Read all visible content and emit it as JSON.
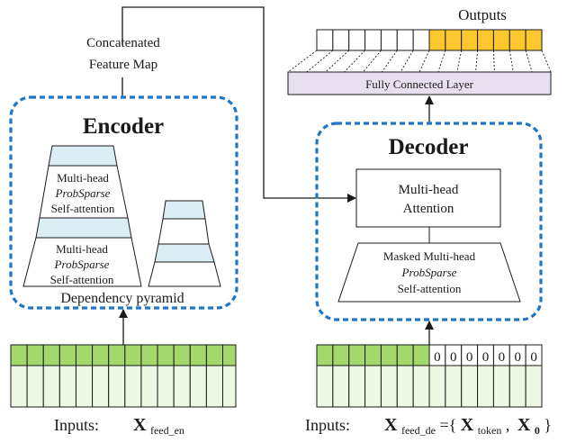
{
  "labels": {
    "concat_line1": "Concatenated",
    "concat_line2": "Feature Map",
    "outputs": "Outputs",
    "fc_layer": "Fully Connected Layer",
    "encoder_title": "Encoder",
    "decoder_title": "Decoder",
    "dependency_pyramid": "Dependency pyramid",
    "mha_line1": "Multi-head",
    "mha_line2": "Attention",
    "masked_line1": "Masked Multi-head",
    "masked_line2": "ProbSparse",
    "masked_line3": "Self-attention",
    "enc_block1_line1": "Multi-head",
    "enc_block1_line2": "ProbSparse",
    "enc_block1_line3": "Self-attention",
    "enc_block2_line1": "Multi-head",
    "enc_block2_line2": "ProbSparse",
    "enc_block2_line3": "Self-attention",
    "enc_inputs_prefix": "Inputs:",
    "enc_inputs_var": "X",
    "enc_inputs_sub": "feed_en",
    "dec_inputs_prefix": "Inputs:",
    "dec_inputs_var": "X",
    "dec_inputs_sub": "feed_de",
    "dec_inputs_eq": "={",
    "dec_token_var": "X",
    "dec_token_sub": "token",
    "dec_comma": ",",
    "dec_zero_var": "X",
    "dec_zero_sub": "0",
    "dec_close": "}"
  },
  "outputs_cells": [
    "empty",
    "empty",
    "empty",
    "empty",
    "empty",
    "empty",
    "empty",
    "filled",
    "filled",
    "filled",
    "filled",
    "filled",
    "filled",
    "filled"
  ],
  "encoder_input": {
    "columns": 14,
    "top_row": [
      "green",
      "green",
      "green",
      "green",
      "green",
      "green",
      "green",
      "green",
      "green",
      "green",
      "green",
      "green",
      "green",
      "green"
    ]
  },
  "decoder_input": {
    "columns": 14,
    "top_row": [
      "green",
      "green",
      "green",
      "green",
      "green",
      "green",
      "green",
      "0",
      "0",
      "0",
      "0",
      "0",
      "0",
      "0"
    ]
  },
  "colors": {
    "dashed_border": "#1f77c4",
    "output_filled": "#fdc72f",
    "fc_fill": "#e8e0f0",
    "pyramid_band": "#daeef3",
    "input_green": "#a3d86d",
    "input_light": "#eef6e4",
    "stroke": "#1a1a1a"
  }
}
